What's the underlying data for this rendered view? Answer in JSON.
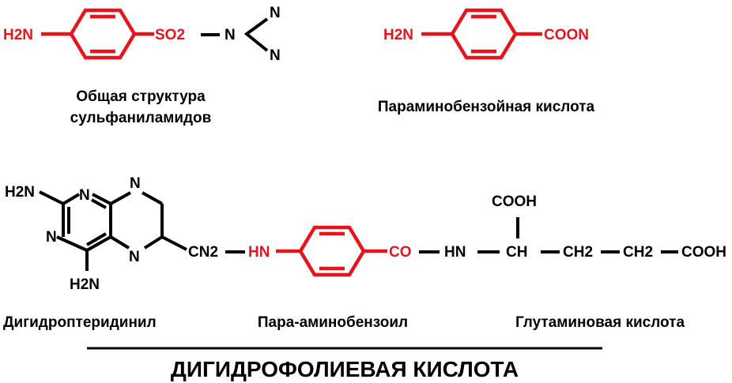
{
  "colors": {
    "highlight": "#e8141c",
    "ink": "#000000"
  },
  "sulfa": {
    "h2n": "H2N",
    "so2": "SO2",
    "n_main": "N",
    "n_top": "N",
    "n_bottom": "N",
    "caption_line1": "Общая структура",
    "caption_line2": "сульфаниламидов"
  },
  "paba": {
    "h2n": "H2N",
    "coon": "COON",
    "caption": "Параминобензойная кислота"
  },
  "dhf": {
    "h2n_top": "H2N",
    "h2n_bottom": "H2N",
    "ring_n1": "N",
    "ring_n2": "N",
    "ring_n3": "N",
    "ring_n4": "N",
    "cn2": "CN2",
    "hn": "HN",
    "co": "CO",
    "nh": "HN",
    "ch": "CH",
    "cooh_top": "COOH",
    "ch2_1": "CH2",
    "ch2_2": "CH2",
    "cooh_end": "COOH",
    "label_pteridinyl": "Дигидроптеридинил",
    "label_paba": "Пара-аминобензоил",
    "label_glutamic": "Глутаминовая кислота",
    "title": "ДИГИДРОФОЛИЕВАЯ КИСЛОТА"
  }
}
